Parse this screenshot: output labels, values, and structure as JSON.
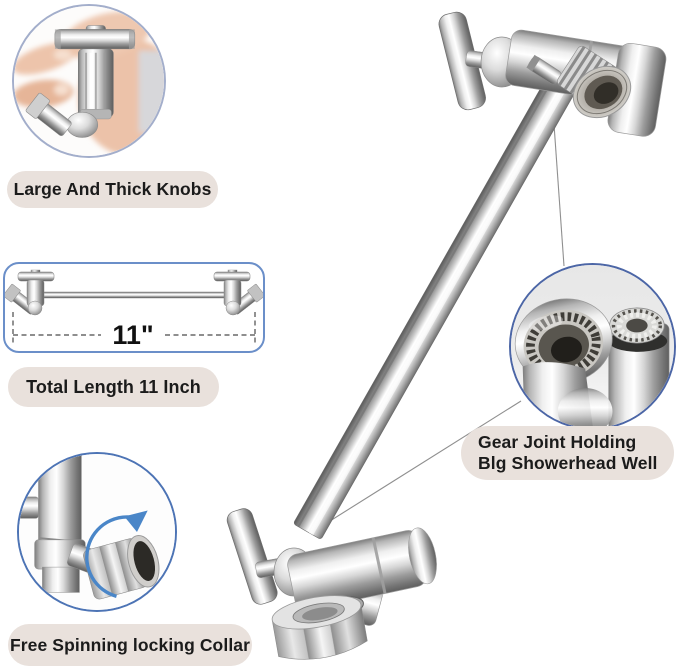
{
  "canvas": {
    "background": "#ffffff"
  },
  "colors": {
    "label_background": "#e9e1dc",
    "label_text": "#1b1b1b",
    "circle_border_light": "#a3aecb",
    "circle_border_blue": "#4d74b5",
    "rect_border_blue": "#6b8fc9",
    "rotation_arrow_blue": "#4a86c8",
    "callout_line_gray": "#8f8f8f",
    "chrome_highlight": "#ffffff",
    "chrome_shadow": "#5f5f5f"
  },
  "insets": {
    "knobs": {
      "label": "Large And Thick Knobs"
    },
    "length": {
      "label": "Total Length 11 Inch",
      "dimension": "11\""
    },
    "collar": {
      "label": "Free Spinning locking Collar"
    },
    "gear": {
      "label_line1": "Gear Joint Holding",
      "label_line2": "Blg Showerhead Well"
    }
  }
}
